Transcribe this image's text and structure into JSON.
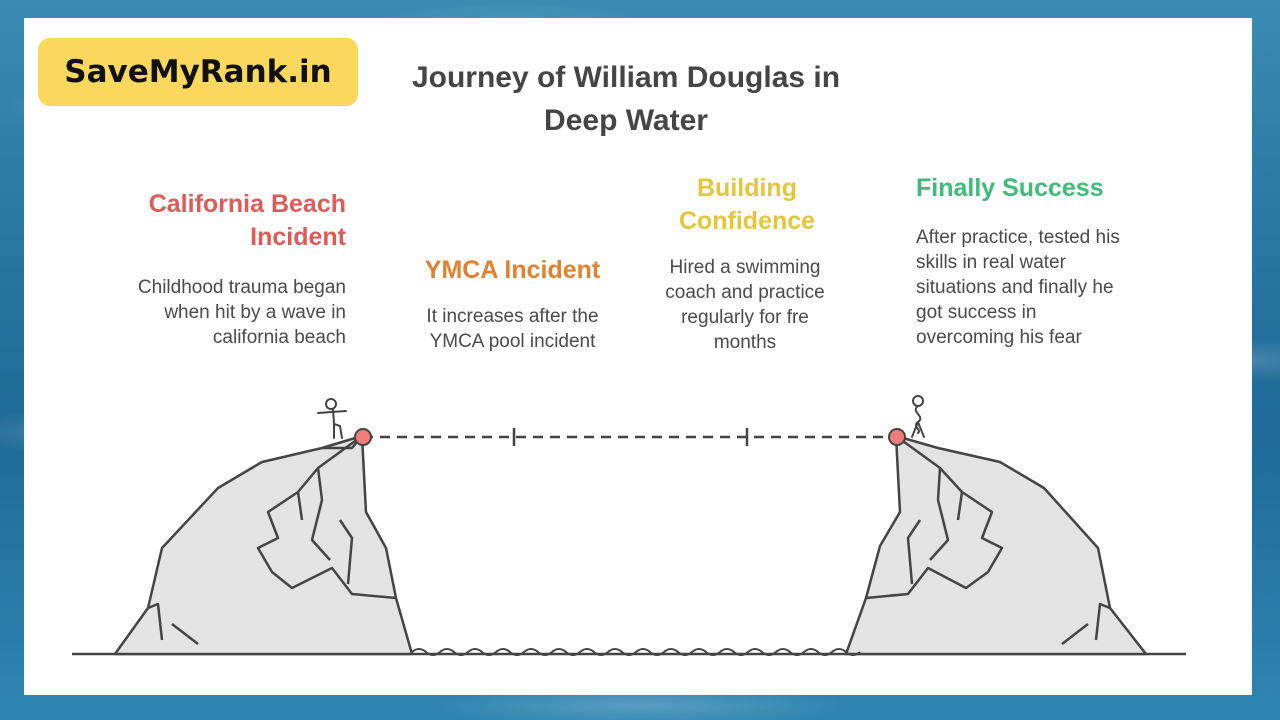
{
  "brand": {
    "label": "SaveMyRank.in"
  },
  "title": {
    "line1": "Journey of William Douglas in",
    "line2": "Deep Water"
  },
  "stages": [
    {
      "title_line1": "California Beach",
      "title_line2": "Incident",
      "desc_lines": [
        "Childhood trauma began",
        "when hit by a wave in",
        "california beach"
      ],
      "color": "#e05a57"
    },
    {
      "title_line1": "YMCA Incident",
      "title_line2": "",
      "desc_lines": [
        "It increases after the",
        "YMCA pool incident"
      ],
      "color": "#e0822f"
    },
    {
      "title_line1": "Building",
      "title_line2": "Confidence",
      "desc_lines": [
        "Hired a swimming",
        "coach and practice",
        "regularly for fre",
        "months"
      ],
      "color": "#e3c63a"
    },
    {
      "title_line1": "Finally Success",
      "title_line2": "",
      "desc_lines": [
        "After practice, tested his",
        "skills in real water",
        "situations and finally he",
        "got success in",
        "overcoming his fear"
      ],
      "color": "#3dbb79"
    }
  ],
  "colors": {
    "brand_bg": "#fad85d",
    "endpoint_dot": "#f27c7c",
    "rock_fill": "#e3e3e3",
    "line": "#444444"
  },
  "icons": [
    "stick-figure-start-icon",
    "stick-figure-end-icon"
  ]
}
